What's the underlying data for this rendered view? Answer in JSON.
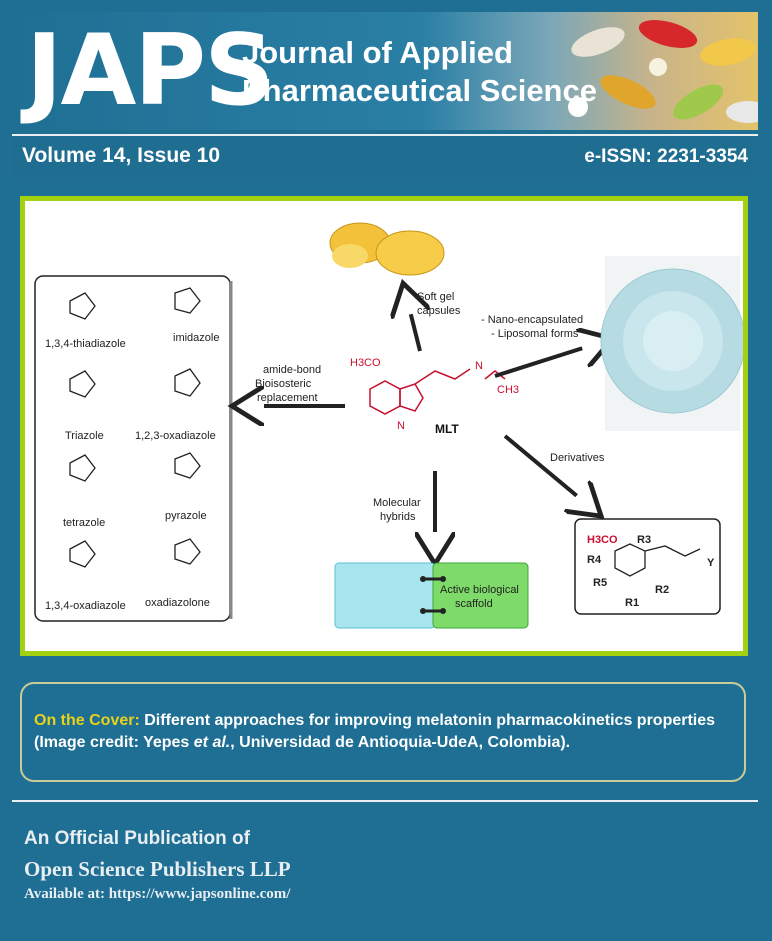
{
  "header": {
    "logo": "JAPS",
    "journal_line1": "Journal of Applied",
    "journal_line2": "Pharmaceutical Science",
    "volume": "Volume 14, Issue 10",
    "issn": "e-ISSN: 2231-3354"
  },
  "diagram": {
    "center_label": "MLT",
    "center_substituent": "H3CO",
    "center_sidechain": "CH3",
    "soft_gel": "Soft gel",
    "soft_gel2": "capsules",
    "nano1": "- Nano-encapsulated",
    "nano2": "- Liposomal forms",
    "amide1": "amide-bond",
    "amide2": "Bioisosteric",
    "amide3": "replacement",
    "derivatives": "Derivatives",
    "hybrids1": "Molecular",
    "hybrids2": "hybrids",
    "active1": "Active biological",
    "active2": "scaffold",
    "rings": [
      "1,3,4-thiadiazole",
      "imidazole",
      "Triazole",
      "1,2,3-oxadiazole",
      "tetrazole",
      "pyrazole",
      "1,3,4-oxadiazole",
      "oxadiazolone"
    ],
    "deriv_labels": {
      "r3": "R3",
      "r4": "R4",
      "r5": "R5",
      "r1": "R1",
      "r2": "R2",
      "y": "Y",
      "h3co": "H3CO"
    }
  },
  "caption": {
    "label": "On the Cover:",
    "text": "Different approaches for improving melatonin pharmacokinetics properties",
    "credit_prefix": "(Image credit: Yepes ",
    "credit_etal": "et al.",
    "credit_suffix": ", Universidad de Antioquia-UdeA, Colombia)."
  },
  "footer": {
    "official": "An Official Publication of",
    "publisher": "Open Science Publishers LLP",
    "available": "Available at: https://www.japsonline.com/"
  },
  "colors": {
    "background": "#1e6f93",
    "frame": "#a4d10f",
    "caption_label": "#e8d21b",
    "molecule": "#c8102e"
  }
}
